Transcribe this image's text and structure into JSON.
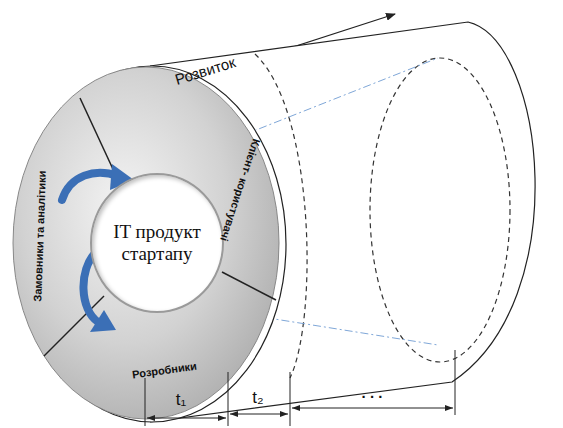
{
  "diagram": {
    "nodes": [
      {
        "text": [
          "IT продукт стартапу"
        ]
      }
    ],
    "labels": [
      "Розвиток",
      "Клієнт- користувачі",
      "Замовники та аналітики",
      "Розробники",
      "t₁",
      "t₂",
      ". . ."
    ]
  }
}
